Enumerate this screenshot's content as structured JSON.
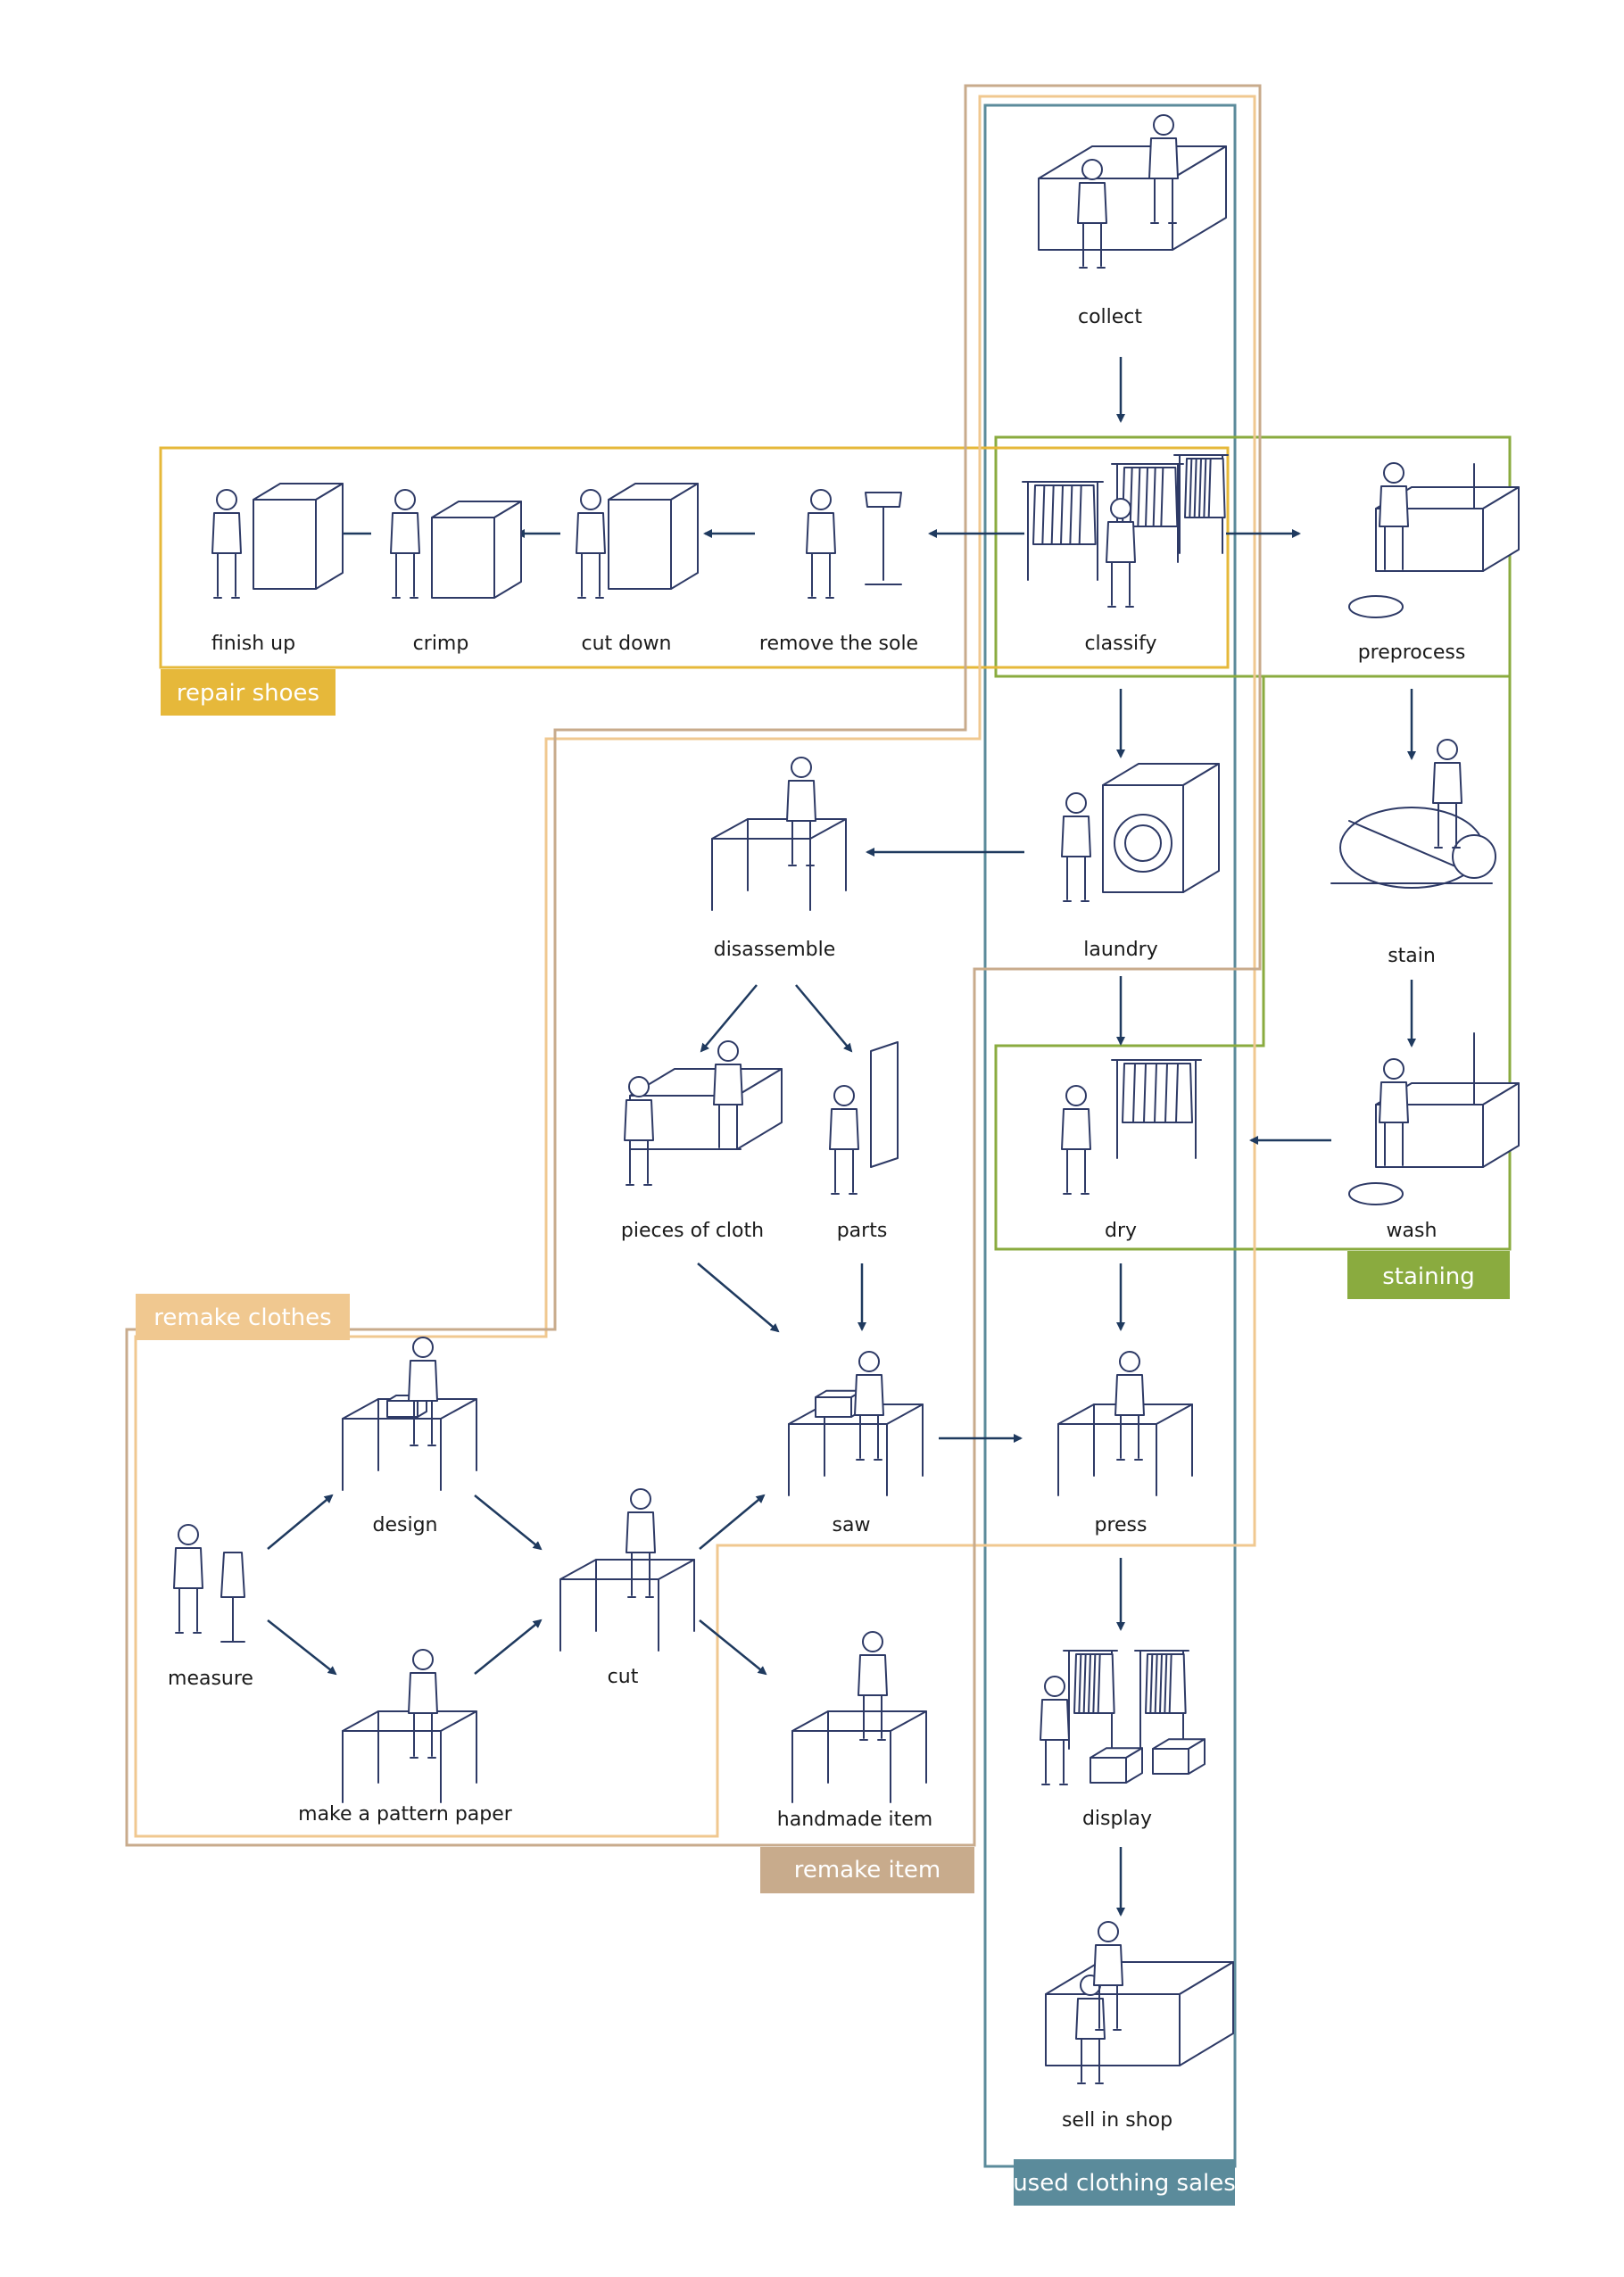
{
  "colors": {
    "used_clothing_sales": "#5b8b9b",
    "staining": "#8aab3f",
    "repair_shoes": "#e6b83a",
    "remake_clothes": "#f0c890",
    "remake_item": "#c8ab8c",
    "arrow": "#1f3a5f"
  },
  "groups": {
    "repair_shoes": "repair shoes",
    "staining": "staining",
    "remake_clothes": "remake clothes",
    "remake_item": "remake item",
    "used_clothing_sales": "used clothing sales"
  },
  "steps": {
    "collect": "collect",
    "classify": "classify",
    "remove_the_sole": "remove the sole",
    "cut_down": "cut down",
    "crimp": "crimp",
    "finish_up": "finish up",
    "preprocess": "preprocess",
    "stain": "stain",
    "wash": "wash",
    "laundry": "laundry",
    "dry": "dry",
    "press": "press",
    "display": "display",
    "sell_in_shop": "sell in shop",
    "disassemble": "disassemble",
    "pieces_of_cloth": "pieces of cloth",
    "parts": "parts",
    "saw": "saw",
    "measure": "measure",
    "design": "design",
    "make_a_pattern_paper": "make a pattern paper",
    "cut": "cut",
    "handmade_item": "handmade item"
  },
  "icons": {
    "collect": "counter-handover-icon",
    "classify": "clothes-rack-icon",
    "remove_the_sole": "shoe-stand-icon",
    "cut_down": "workbench-icon",
    "crimp": "press-machine-icon",
    "finish_up": "workbench-icon",
    "preprocess": "wash-basin-icon",
    "stain": "dye-machine-icon",
    "wash": "wash-basin-icon",
    "laundry": "washing-machine-icon",
    "dry": "drying-rack-icon",
    "press": "ironing-table-icon",
    "display": "shop-display-icon",
    "sell_in_shop": "shop-counter-icon",
    "disassemble": "work-table-icon",
    "pieces_of_cloth": "cloth-table-icon",
    "parts": "parts-shelf-icon",
    "saw": "sewing-table-icon",
    "measure": "mannequin-icon",
    "design": "laptop-desk-icon",
    "make_a_pattern_paper": "pattern-desk-icon",
    "cut": "cutting-table-icon",
    "handmade_item": "craft-table-icon"
  },
  "edges": [
    [
      "collect",
      "classify"
    ],
    [
      "classify",
      "remove_the_sole"
    ],
    [
      "remove_the_sole",
      "cut_down"
    ],
    [
      "cut_down",
      "crimp"
    ],
    [
      "crimp",
      "finish_up"
    ],
    [
      "classify",
      "preprocess"
    ],
    [
      "preprocess",
      "stain"
    ],
    [
      "stain",
      "wash"
    ],
    [
      "wash",
      "dry"
    ],
    [
      "classify",
      "laundry"
    ],
    [
      "laundry",
      "disassemble"
    ],
    [
      "laundry",
      "dry"
    ],
    [
      "dry",
      "press"
    ],
    [
      "press",
      "display"
    ],
    [
      "display",
      "sell_in_shop"
    ],
    [
      "disassemble",
      "pieces_of_cloth"
    ],
    [
      "disassemble",
      "parts"
    ],
    [
      "pieces_of_cloth",
      "saw"
    ],
    [
      "parts",
      "saw"
    ],
    [
      "saw",
      "press"
    ],
    [
      "measure",
      "design"
    ],
    [
      "measure",
      "make_a_pattern_paper"
    ],
    [
      "design",
      "cut"
    ],
    [
      "make_a_pattern_paper",
      "cut"
    ],
    [
      "cut",
      "saw"
    ],
    [
      "cut",
      "handmade_item"
    ]
  ]
}
